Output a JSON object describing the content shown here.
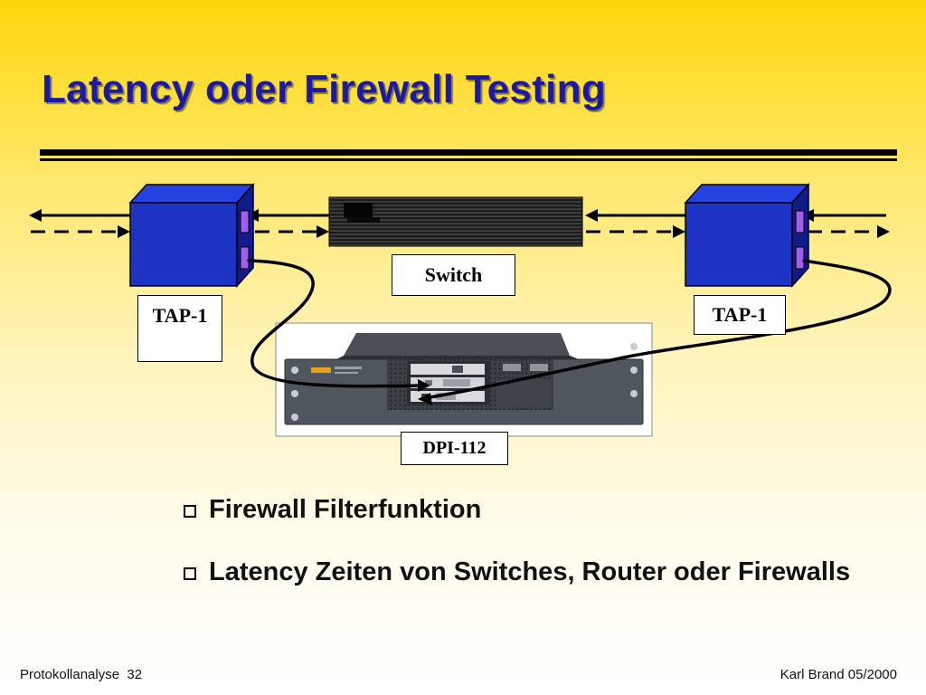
{
  "slide": {
    "title": "Latency oder Firewall Testing"
  },
  "diagram": {
    "switch_label": "Switch",
    "tap_left_label": "TAP-1",
    "tap_right_label": "TAP-1",
    "dpi_label": "DPI-112",
    "colors": {
      "tap_front": "#1d33c4",
      "tap_top": "#2342e0",
      "tap_side": "#0f1c8a",
      "tap_port": "#a35cf0",
      "switch_body": "#1f1f1f",
      "cable": "#000000"
    }
  },
  "bullets": [
    "Firewall Filterfunktion",
    "Latency Zeiten von Switches, Router oder Firewalls"
  ],
  "footer": {
    "left": "Protokollanalyse  32",
    "right": "Karl Brand 05/2000"
  },
  "theme": {
    "title_color": "#1a1aa6",
    "background_top": "#ffd60a",
    "background_bottom": "#ffffff"
  }
}
